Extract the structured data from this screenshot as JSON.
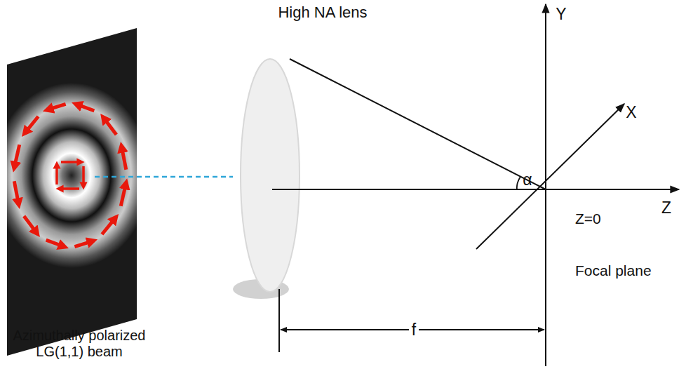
{
  "diagram": {
    "labels": [
      "High NA lens",
      "Y",
      "X",
      "α",
      "Z",
      "Z=0",
      "Focal plane",
      "f",
      "Azimuthally polarized LG(1,1) beam"
    ]
  }
}
